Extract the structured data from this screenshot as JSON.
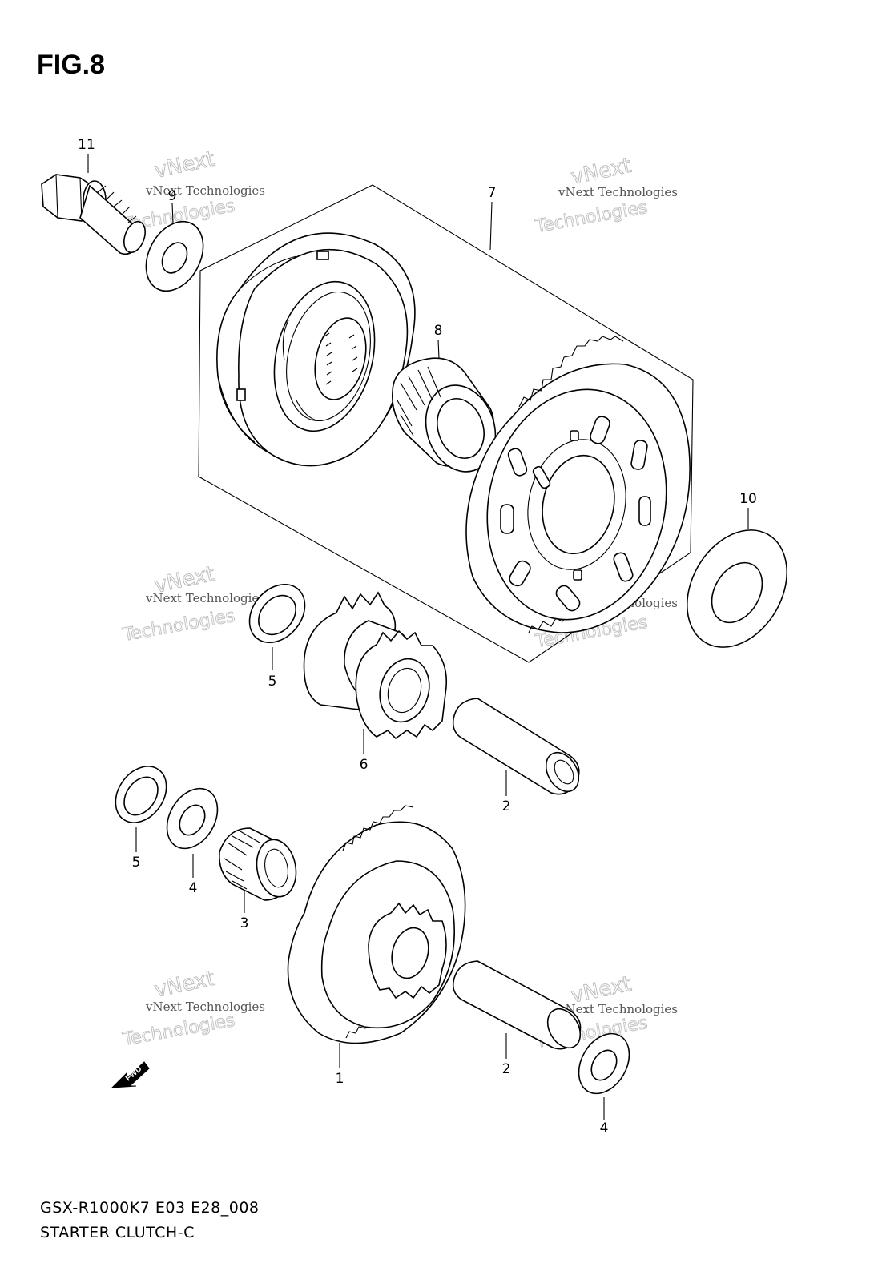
{
  "figure": {
    "title": "FIG.8",
    "model_code": "GSX-R1000K7 E03 E28_008",
    "assembly_name": "STARTER CLUTCH-C"
  },
  "watermark": {
    "line1": "vNext Technologies",
    "line2": "vNext",
    "line3": "Technologies"
  },
  "callouts": {
    "p1": "1",
    "p2a": "2",
    "p2b": "2",
    "p3": "3",
    "p4a": "4",
    "p4b": "4",
    "p5a": "5",
    "p5b": "5",
    "p6": "6",
    "p7": "7",
    "p8": "8",
    "p9": "9",
    "p10": "10",
    "p11": "11"
  },
  "parts": [
    {
      "ref": "1",
      "icon": "reduction-gear-icon"
    },
    {
      "ref": "2",
      "icon": "shaft-icon"
    },
    {
      "ref": "3",
      "icon": "needle-bearing-icon"
    },
    {
      "ref": "4",
      "icon": "washer-icon"
    },
    {
      "ref": "5",
      "icon": "washer-icon"
    },
    {
      "ref": "6",
      "icon": "idle-gear-icon"
    },
    {
      "ref": "7",
      "icon": "starter-clutch-assembly-icon"
    },
    {
      "ref": "8",
      "icon": "needle-bearing-icon"
    },
    {
      "ref": "9",
      "icon": "washer-icon"
    },
    {
      "ref": "10",
      "icon": "washer-icon"
    },
    {
      "ref": "11",
      "icon": "bolt-icon"
    }
  ],
  "direction_indicator": {
    "label": "FWD",
    "icon": "fwd-arrow-icon"
  }
}
